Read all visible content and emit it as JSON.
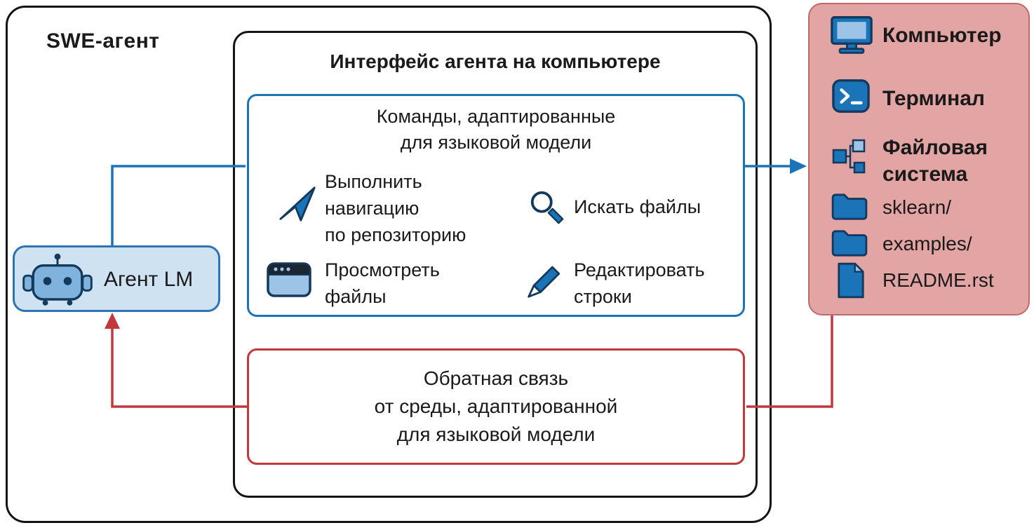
{
  "colors": {
    "blue": "#1b74b8",
    "navy": "#13395c",
    "light_blue_fill": "#cfe2f2",
    "agent_border": "#2e74b5",
    "pink_fill": "#e3a4a4",
    "pink_border": "#bd6a6a",
    "red": "#c2383c",
    "ink": "#1a1a1a"
  },
  "diagram": {
    "title": "SWE-агент",
    "interface_title": "Интерфейс агента на компьютере",
    "agent_label": "Агент LM",
    "commands": {
      "title": "Команды, адаптированные\nдля языковой модели",
      "items": [
        {
          "icon": "cursor-icon",
          "label": "Выполнить\nнавигацию\nпо репозиторию"
        },
        {
          "icon": "magnifier-icon",
          "label": "Искать файлы"
        },
        {
          "icon": "browser-window-icon",
          "label": "Просмотреть\nфайлы"
        },
        {
          "icon": "pencil-icon",
          "label": "Редактировать\nстроки"
        }
      ]
    },
    "feedback": {
      "text": "Обратная связь\nот среды, адаптированной\nдля языковой модели"
    },
    "computer_panel": {
      "items": [
        {
          "icon": "monitor-icon",
          "label": "Компьютер",
          "style": "bold"
        },
        {
          "icon": "terminal-icon",
          "label": "Терминал",
          "style": "bold"
        },
        {
          "icon": "filesystem-icon",
          "label": "Файловая\nсистема",
          "style": "bold"
        },
        {
          "icon": "folder-icon",
          "label": "sklearn/",
          "style": "regular"
        },
        {
          "icon": "folder-icon",
          "label": "examples/",
          "style": "regular"
        },
        {
          "icon": "file-icon",
          "label": "README.rst",
          "style": "regular"
        }
      ]
    }
  }
}
